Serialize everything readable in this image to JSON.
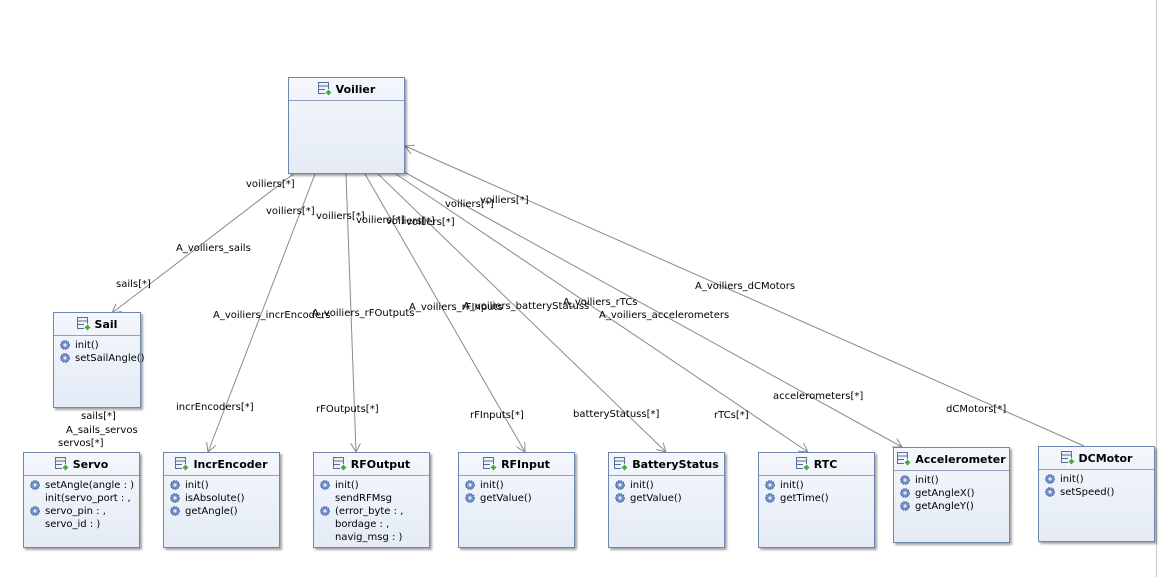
{
  "classes": {
    "voilier": {
      "name": "Voilier",
      "operations": []
    },
    "sail": {
      "name": "Sail",
      "operations": [
        "init()",
        "setSailAngle()"
      ]
    },
    "servo": {
      "name": "Servo",
      "operations": [
        "setAngle(angle : )",
        "init(servo_port : ,",
        "servo_pin : ,",
        "servo_id : )"
      ]
    },
    "incrEncoder": {
      "name": "IncrEncoder",
      "operations": [
        "init()",
        "isAbsolute()",
        "getAngle()"
      ]
    },
    "rfOutput": {
      "name": "RFOutput",
      "operations": [
        "init()",
        "sendRFMsg",
        "(error_byte : ,",
        "bordage : ,",
        "navig_msg : )"
      ]
    },
    "rfInput": {
      "name": "RFInput",
      "operations": [
        "init()",
        "getValue()"
      ]
    },
    "batteryStatus": {
      "name": "BatteryStatus",
      "operations": [
        "init()",
        "getValue()"
      ]
    },
    "rtc": {
      "name": "RTC",
      "operations": [
        "init()",
        "getTime()"
      ]
    },
    "accelerometer": {
      "name": "Accelerometer",
      "operations": [
        "init()",
        "getAngleX()",
        "getAngleY()"
      ]
    },
    "dcMotor": {
      "name": "DCMotor",
      "operations": [
        "init()",
        "setSpeed()"
      ]
    }
  },
  "associations": {
    "sails": {
      "name": "A_voiliers_sails",
      "source_role": "voiliers[*]",
      "target_role": "sails[*]"
    },
    "incrEncoders": {
      "name": "A_voiliers_incrEncoders",
      "source_role": "voiliers[*]",
      "target_role": "incrEncoders[*]"
    },
    "rfOutputs": {
      "name": "A_voiliers_rFOutputs",
      "source_role": "voiliers[*]",
      "target_role": "rFOutputs[*]"
    },
    "rfInputs": {
      "name": "A_voiliers_rFInputs",
      "source_role": "voiliers[*]",
      "target_role": "rFInputs[*]"
    },
    "batteryStatuss": {
      "name": "A_voiliers_batteryStatuss",
      "source_role": "voiliers[*]",
      "target_role": "batteryStatuss[*]"
    },
    "rtcs": {
      "name": "A_voiliers_rTCs",
      "source_role": "voiliers[*]",
      "target_role": "rTCs[*]"
    },
    "accelerometers": {
      "name": "A_voiliers_accelerometers",
      "source_role": "voiliers[*]",
      "target_role": "accelerometers[*]"
    },
    "dcMotors": {
      "name": "A_voiliers_dCMotors",
      "source_role": "voiliers[*]",
      "target_role": "dCMotors[*]"
    },
    "sailsServos": {
      "name": "A_sails_servos",
      "source_role": "sails[*]",
      "target_role": "servos[*]"
    }
  },
  "colors": {
    "box_border": "#6f86ae",
    "edge": "#8a8a8a",
    "icon_green": "#3aa53a"
  },
  "icons": {
    "class_icon": "class-icon",
    "operation_icon": "gear-icon"
  }
}
